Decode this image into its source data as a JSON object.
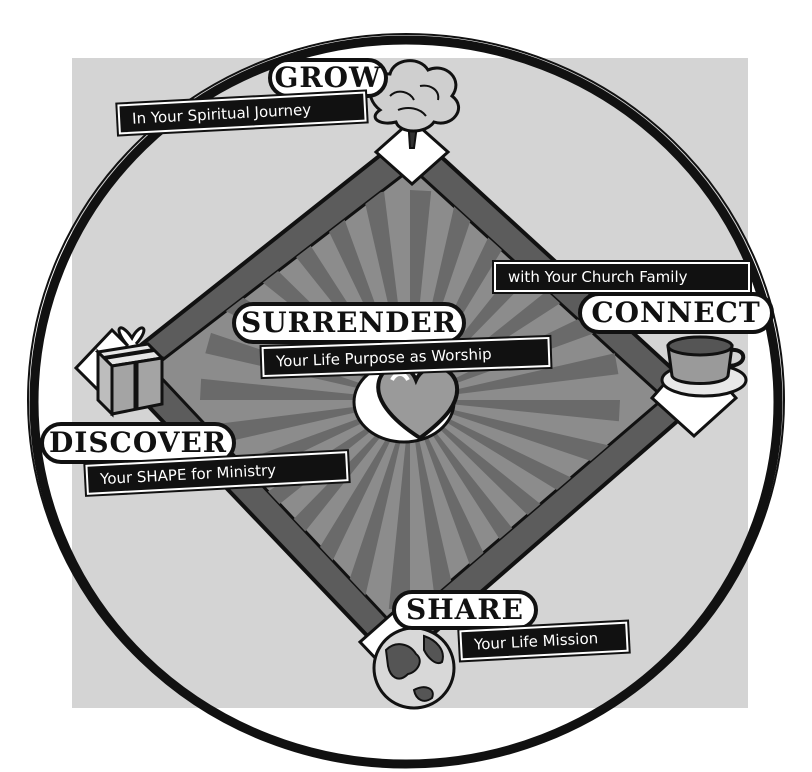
{
  "colors": {
    "ink": "#111111",
    "background_square": "#d2d2d2",
    "diamond_fill": "#8a8a8a",
    "diamond_band": "#5e5e5e",
    "sunburst": "#6e6e6e",
    "white": "#ffffff"
  },
  "icons": {
    "grow": "tree-icon",
    "connect": "coffee-cup-icon",
    "share": "globe-icon",
    "discover": "gift-box-icon",
    "surrender": "heart-icon"
  },
  "nodes": {
    "grow": {
      "title": "GROW",
      "subtitle": "In Your Spiritual Journey"
    },
    "connect": {
      "title": "CONNECT",
      "subtitle": "with Your Church Family"
    },
    "share": {
      "title": "SHARE",
      "subtitle": "Your Life Mission"
    },
    "discover": {
      "title": "DISCOVER",
      "subtitle": "Your SHAPE for Ministry"
    },
    "surrender": {
      "title": "SURRENDER",
      "subtitle": "Your Life Purpose as Worship"
    }
  }
}
